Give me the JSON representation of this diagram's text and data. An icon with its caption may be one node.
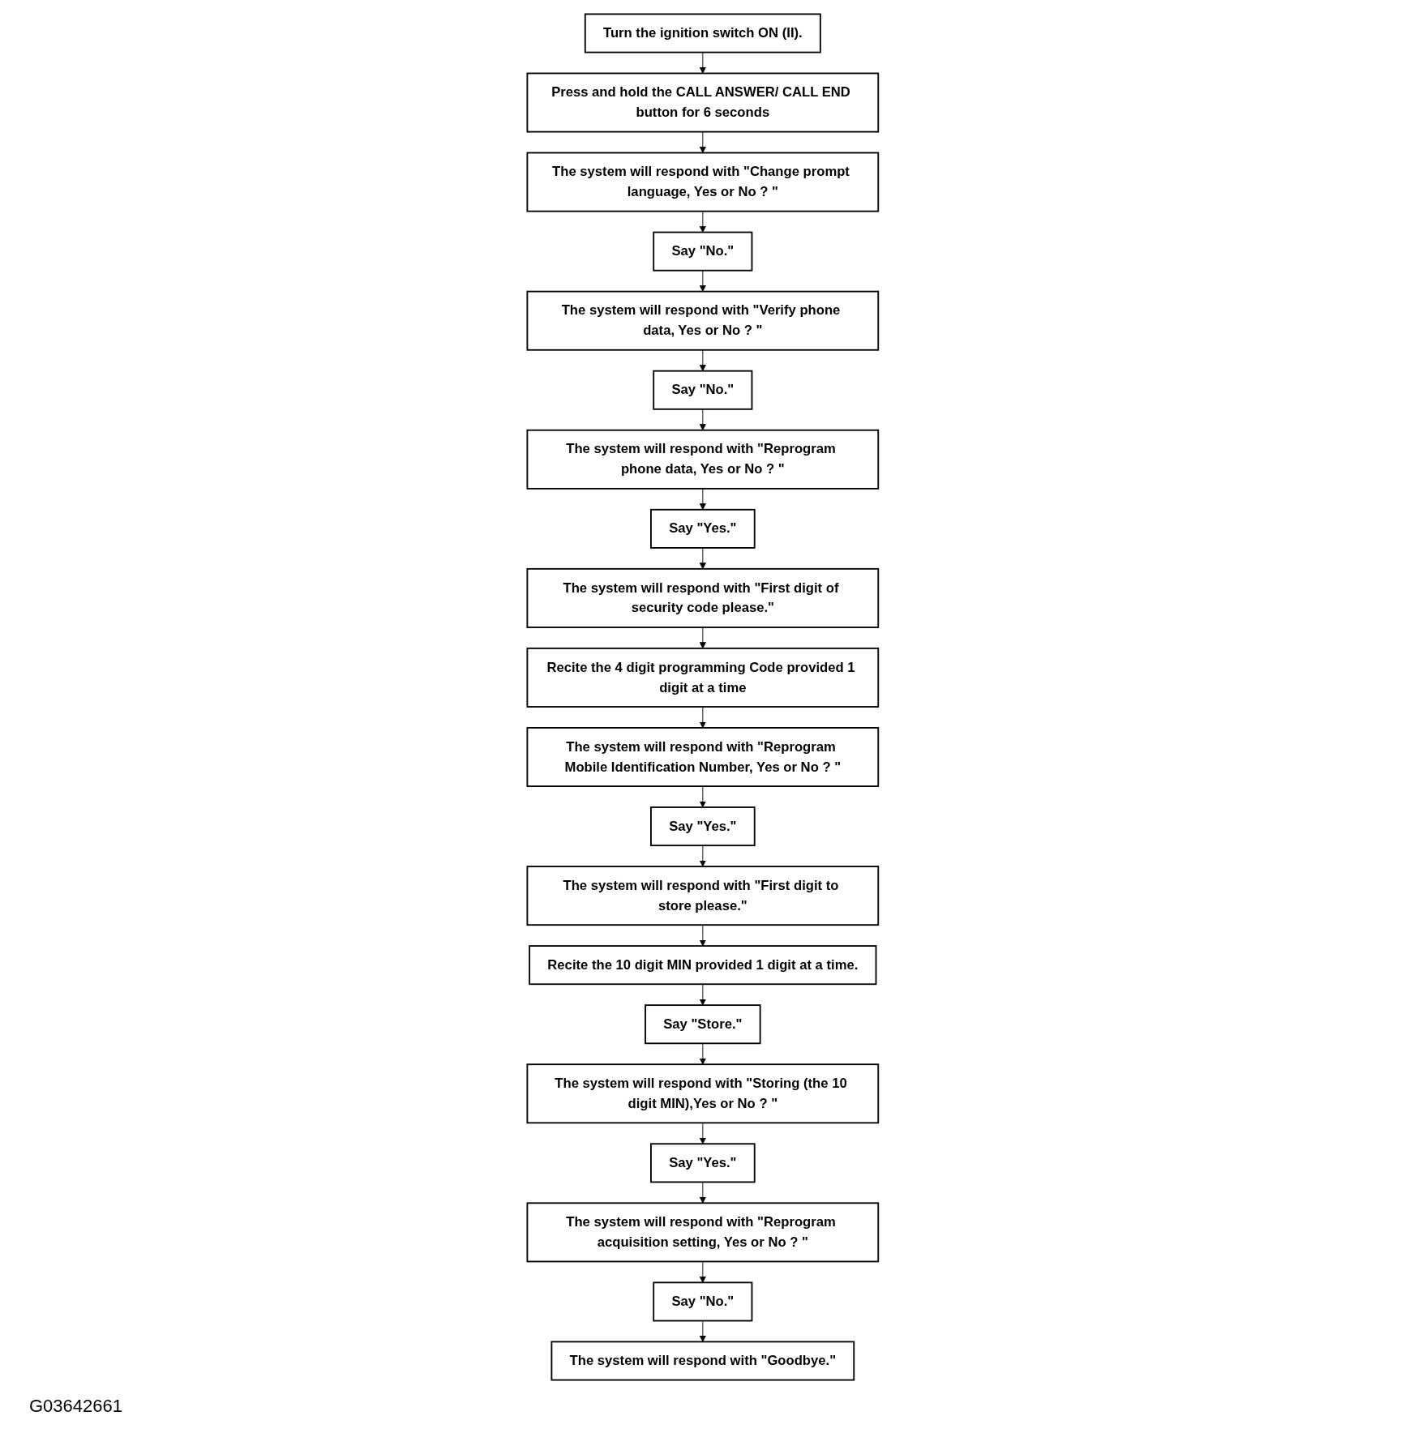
{
  "diagram": {
    "nodes": [
      {
        "text": [
          "Turn the ignition switch ON (II)."
        ]
      },
      {
        "text": [
          "Press and hold the CALL ANSWER/ CALL END button for 6 seconds"
        ]
      },
      {
        "text": [
          "The system will respond with \"Change prompt language, Yes or No ? \""
        ]
      },
      {
        "text": [
          "Say \"No.\""
        ]
      },
      {
        "text": [
          "The system will respond with \"Verify phone data, Yes or No ? \""
        ]
      },
      {
        "text": [
          "Say \"No.\""
        ]
      },
      {
        "text": [
          "The system will respond with \"Reprogram phone data, Yes or No ? \""
        ]
      },
      {
        "text": [
          "Say \"Yes.\""
        ]
      },
      {
        "text": [
          "The system will respond with \"First digit of security code please.\""
        ]
      },
      {
        "text": [
          "Recite the 4 digit programming Code provided 1 digit at a time"
        ]
      },
      {
        "text": [
          "The system will respond with \"Reprogram Mobile Identification Number, Yes or No ? \""
        ]
      },
      {
        "text": [
          "Say \"Yes.\""
        ]
      },
      {
        "text": [
          "The system will respond with \"First digit to store please.\""
        ]
      },
      {
        "text": [
          "Recite the 10 digit MIN provided 1 digit at a time."
        ]
      },
      {
        "text": [
          "Say \"Store.\""
        ]
      },
      {
        "text": [
          "The system will respond with \"Storing (the 10 digit MIN),Yes or No ? \""
        ]
      },
      {
        "text": [
          "Say \"Yes.\""
        ]
      },
      {
        "text": [
          "The system will respond with \"Reprogram acquisition setting, Yes or No ? \""
        ]
      },
      {
        "text": [
          "Say \"No.\""
        ]
      },
      {
        "text": [
          "The system will respond with \"Goodbye.\""
        ]
      }
    ],
    "edges": [
      {
        "from": 0,
        "to": 1,
        "arrow": "to"
      },
      {
        "from": 1,
        "to": 2,
        "arrow": "to"
      },
      {
        "from": 2,
        "to": 3,
        "arrow": "to"
      },
      {
        "from": 3,
        "to": 4,
        "arrow": "to"
      },
      {
        "from": 4,
        "to": 5,
        "arrow": "to"
      },
      {
        "from": 5,
        "to": 6,
        "arrow": "to"
      },
      {
        "from": 6,
        "to": 7,
        "arrow": "to"
      },
      {
        "from": 7,
        "to": 8,
        "arrow": "to"
      },
      {
        "from": 8,
        "to": 9,
        "arrow": "to"
      },
      {
        "from": 9,
        "to": 10,
        "arrow": "to"
      },
      {
        "from": 10,
        "to": 11,
        "arrow": "to"
      },
      {
        "from": 11,
        "to": 12,
        "arrow": "to"
      },
      {
        "from": 12,
        "to": 13,
        "arrow": "to"
      },
      {
        "from": 13,
        "to": 14,
        "arrow": "to"
      },
      {
        "from": 14,
        "to": 15,
        "arrow": "to"
      },
      {
        "from": 15,
        "to": 16,
        "arrow": "to"
      },
      {
        "from": 16,
        "to": 17,
        "arrow": "to"
      },
      {
        "from": 17,
        "to": 18,
        "arrow": "to"
      },
      {
        "from": 18,
        "to": 19,
        "arrow": "to"
      }
    ],
    "labels": [
      "G03642661"
    ]
  }
}
